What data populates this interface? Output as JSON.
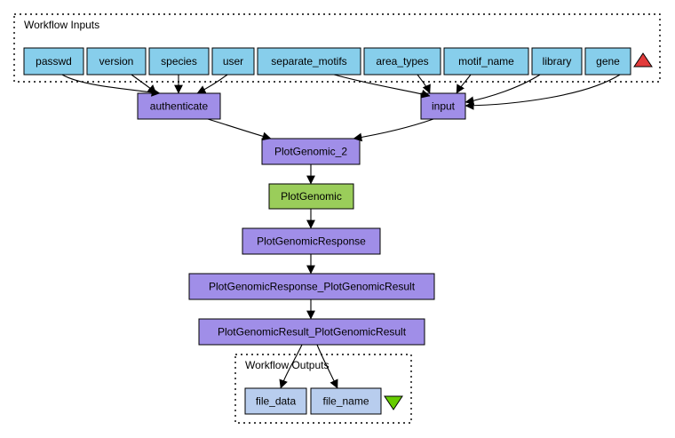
{
  "groups": {
    "inputs_label": "Workflow Inputs",
    "outputs_label": "Workflow Outputs"
  },
  "inputs": [
    "passwd",
    "version",
    "species",
    "user",
    "separate_motifs",
    "area_types",
    "motif_name",
    "library",
    "gene"
  ],
  "processors": {
    "authenticate": "authenticate",
    "input": "input",
    "plotgenomic2": "PlotGenomic_2",
    "plotgenomic": "PlotGenomic",
    "response": "PlotGenomicResponse",
    "response_result": "PlotGenomicResponse_PlotGenomicResult",
    "result_result": "PlotGenomicResult_PlotGenomicResult"
  },
  "outputs": [
    "file_data",
    "file_name"
  ],
  "colors": {
    "input_fill": "#87ceeb",
    "processor_fill": "#a08ee8",
    "service_fill": "#9acd5a",
    "output_fill": "#b8cdee",
    "collapse_triangle": "#e23b3b",
    "expand_triangle": "#66cc00"
  }
}
